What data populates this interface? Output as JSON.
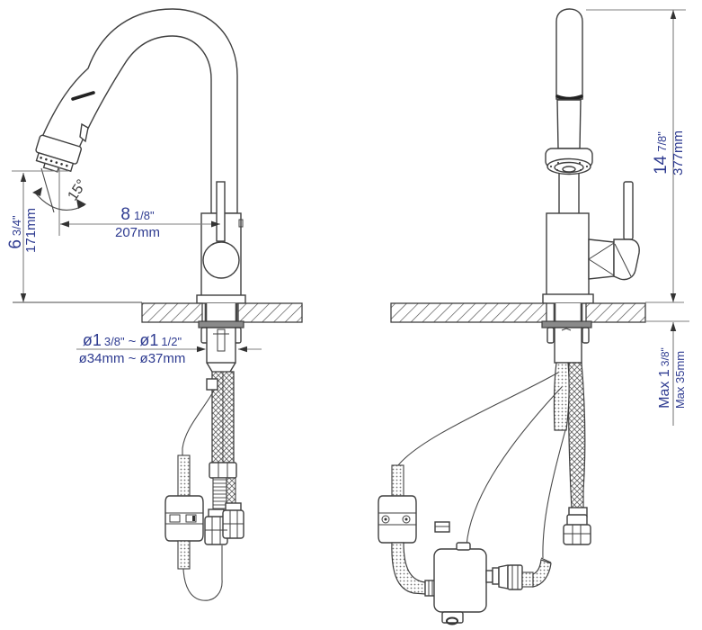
{
  "colors": {
    "dimension_text": "#2e3b90",
    "drawing_line": "#3f3f3f",
    "dimension_line": "#7f7f7f"
  },
  "dimensions": {
    "spray_angle": "15°",
    "spout_reach": {
      "value": "8",
      "fraction": "1/8\"",
      "metric": "207mm"
    },
    "spout_clearance": {
      "value": "6",
      "fraction": "3/4\"",
      "metric": "171mm"
    },
    "hole_diameter": {
      "min": "ø1",
      "min_fraction": "3/8\"",
      "separator": "~",
      "max": "ø1",
      "max_fraction": "1/2\"",
      "metric": "ø34mm ~ ø37mm"
    },
    "overall_height": {
      "value": "14",
      "fraction": "7/8\"",
      "metric": "377mm"
    },
    "max_deck_thickness": {
      "value": "Max 1",
      "fraction": "3/8\"",
      "metric": "Max 35mm"
    }
  }
}
